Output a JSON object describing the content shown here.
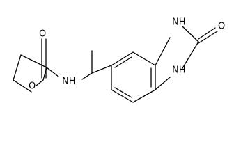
{
  "molecule": {
    "atoms": {
      "lactone_carbonyl_o": "O",
      "ring_o": "O",
      "amine_nh": "NH",
      "benz_nh_top": "NH",
      "benz_nh_bottom": "NH",
      "urea_carbonyl_o": "O"
    }
  }
}
